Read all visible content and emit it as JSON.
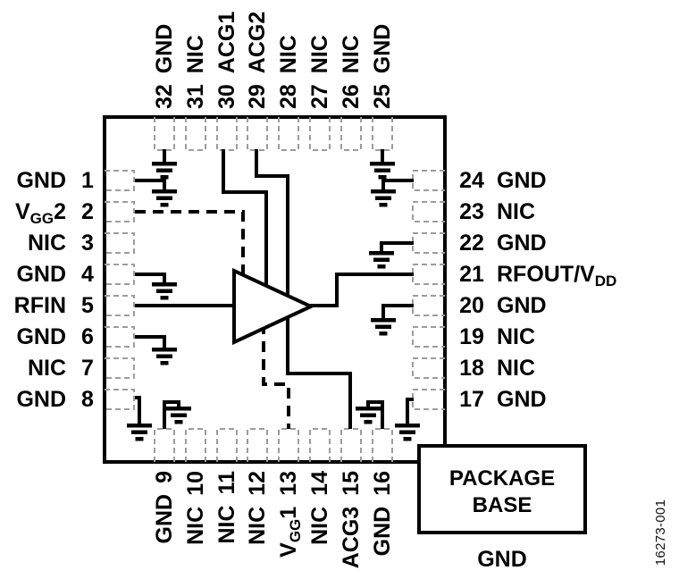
{
  "figure": {
    "part_ref": "16273-001"
  },
  "package_base": {
    "line1": "PACKAGE",
    "line2": "BASE",
    "ground_label": "GND"
  },
  "colors": {
    "line": "#000000",
    "pad_outline": "#9c9c9c",
    "background": "#ffffff"
  },
  "icons": {
    "ground": "earth-ground-symbol",
    "amplifier": "amplifier-triangle"
  },
  "pins": {
    "left": [
      {
        "num": "1",
        "pre": "GND",
        "sub": "",
        "post": ""
      },
      {
        "num": "2",
        "pre": "V",
        "sub": "GG",
        "post": "2"
      },
      {
        "num": "3",
        "pre": "NIC",
        "sub": "",
        "post": ""
      },
      {
        "num": "4",
        "pre": "GND",
        "sub": "",
        "post": ""
      },
      {
        "num": "5",
        "pre": "RFIN",
        "sub": "",
        "post": ""
      },
      {
        "num": "6",
        "pre": "GND",
        "sub": "",
        "post": ""
      },
      {
        "num": "7",
        "pre": "NIC",
        "sub": "",
        "post": ""
      },
      {
        "num": "8",
        "pre": "GND",
        "sub": "",
        "post": ""
      }
    ],
    "top": [
      {
        "num": "32",
        "pre": "GND",
        "sub": "",
        "post": ""
      },
      {
        "num": "31",
        "pre": "NIC",
        "sub": "",
        "post": ""
      },
      {
        "num": "30",
        "pre": "ACG1",
        "sub": "",
        "post": ""
      },
      {
        "num": "29",
        "pre": "ACG2",
        "sub": "",
        "post": ""
      },
      {
        "num": "28",
        "pre": "NIC",
        "sub": "",
        "post": ""
      },
      {
        "num": "27",
        "pre": "NIC",
        "sub": "",
        "post": ""
      },
      {
        "num": "26",
        "pre": "NIC",
        "sub": "",
        "post": ""
      },
      {
        "num": "25",
        "pre": "GND",
        "sub": "",
        "post": ""
      }
    ],
    "right": [
      {
        "num": "24",
        "pre": "GND",
        "sub": "",
        "post": ""
      },
      {
        "num": "23",
        "pre": "NIC",
        "sub": "",
        "post": ""
      },
      {
        "num": "22",
        "pre": "GND",
        "sub": "",
        "post": ""
      },
      {
        "num": "21",
        "pre": "RFOUT/V",
        "sub": "DD",
        "post": ""
      },
      {
        "num": "20",
        "pre": "GND",
        "sub": "",
        "post": ""
      },
      {
        "num": "19",
        "pre": "NIC",
        "sub": "",
        "post": ""
      },
      {
        "num": "18",
        "pre": "NIC",
        "sub": "",
        "post": ""
      },
      {
        "num": "17",
        "pre": "GND",
        "sub": "",
        "post": ""
      }
    ],
    "bottom": [
      {
        "num": "9",
        "pre": "GND",
        "sub": "",
        "post": ""
      },
      {
        "num": "10",
        "pre": "NIC",
        "sub": "",
        "post": ""
      },
      {
        "num": "11",
        "pre": "NIC",
        "sub": "",
        "post": ""
      },
      {
        "num": "12",
        "pre": "NIC",
        "sub": "",
        "post": ""
      },
      {
        "num": "13",
        "pre": "V",
        "sub": "GG",
        "post": "1"
      },
      {
        "num": "14",
        "pre": "NIC",
        "sub": "",
        "post": ""
      },
      {
        "num": "15",
        "pre": "ACG3",
        "sub": "",
        "post": ""
      },
      {
        "num": "16",
        "pre": "GND",
        "sub": "",
        "post": ""
      }
    ]
  }
}
